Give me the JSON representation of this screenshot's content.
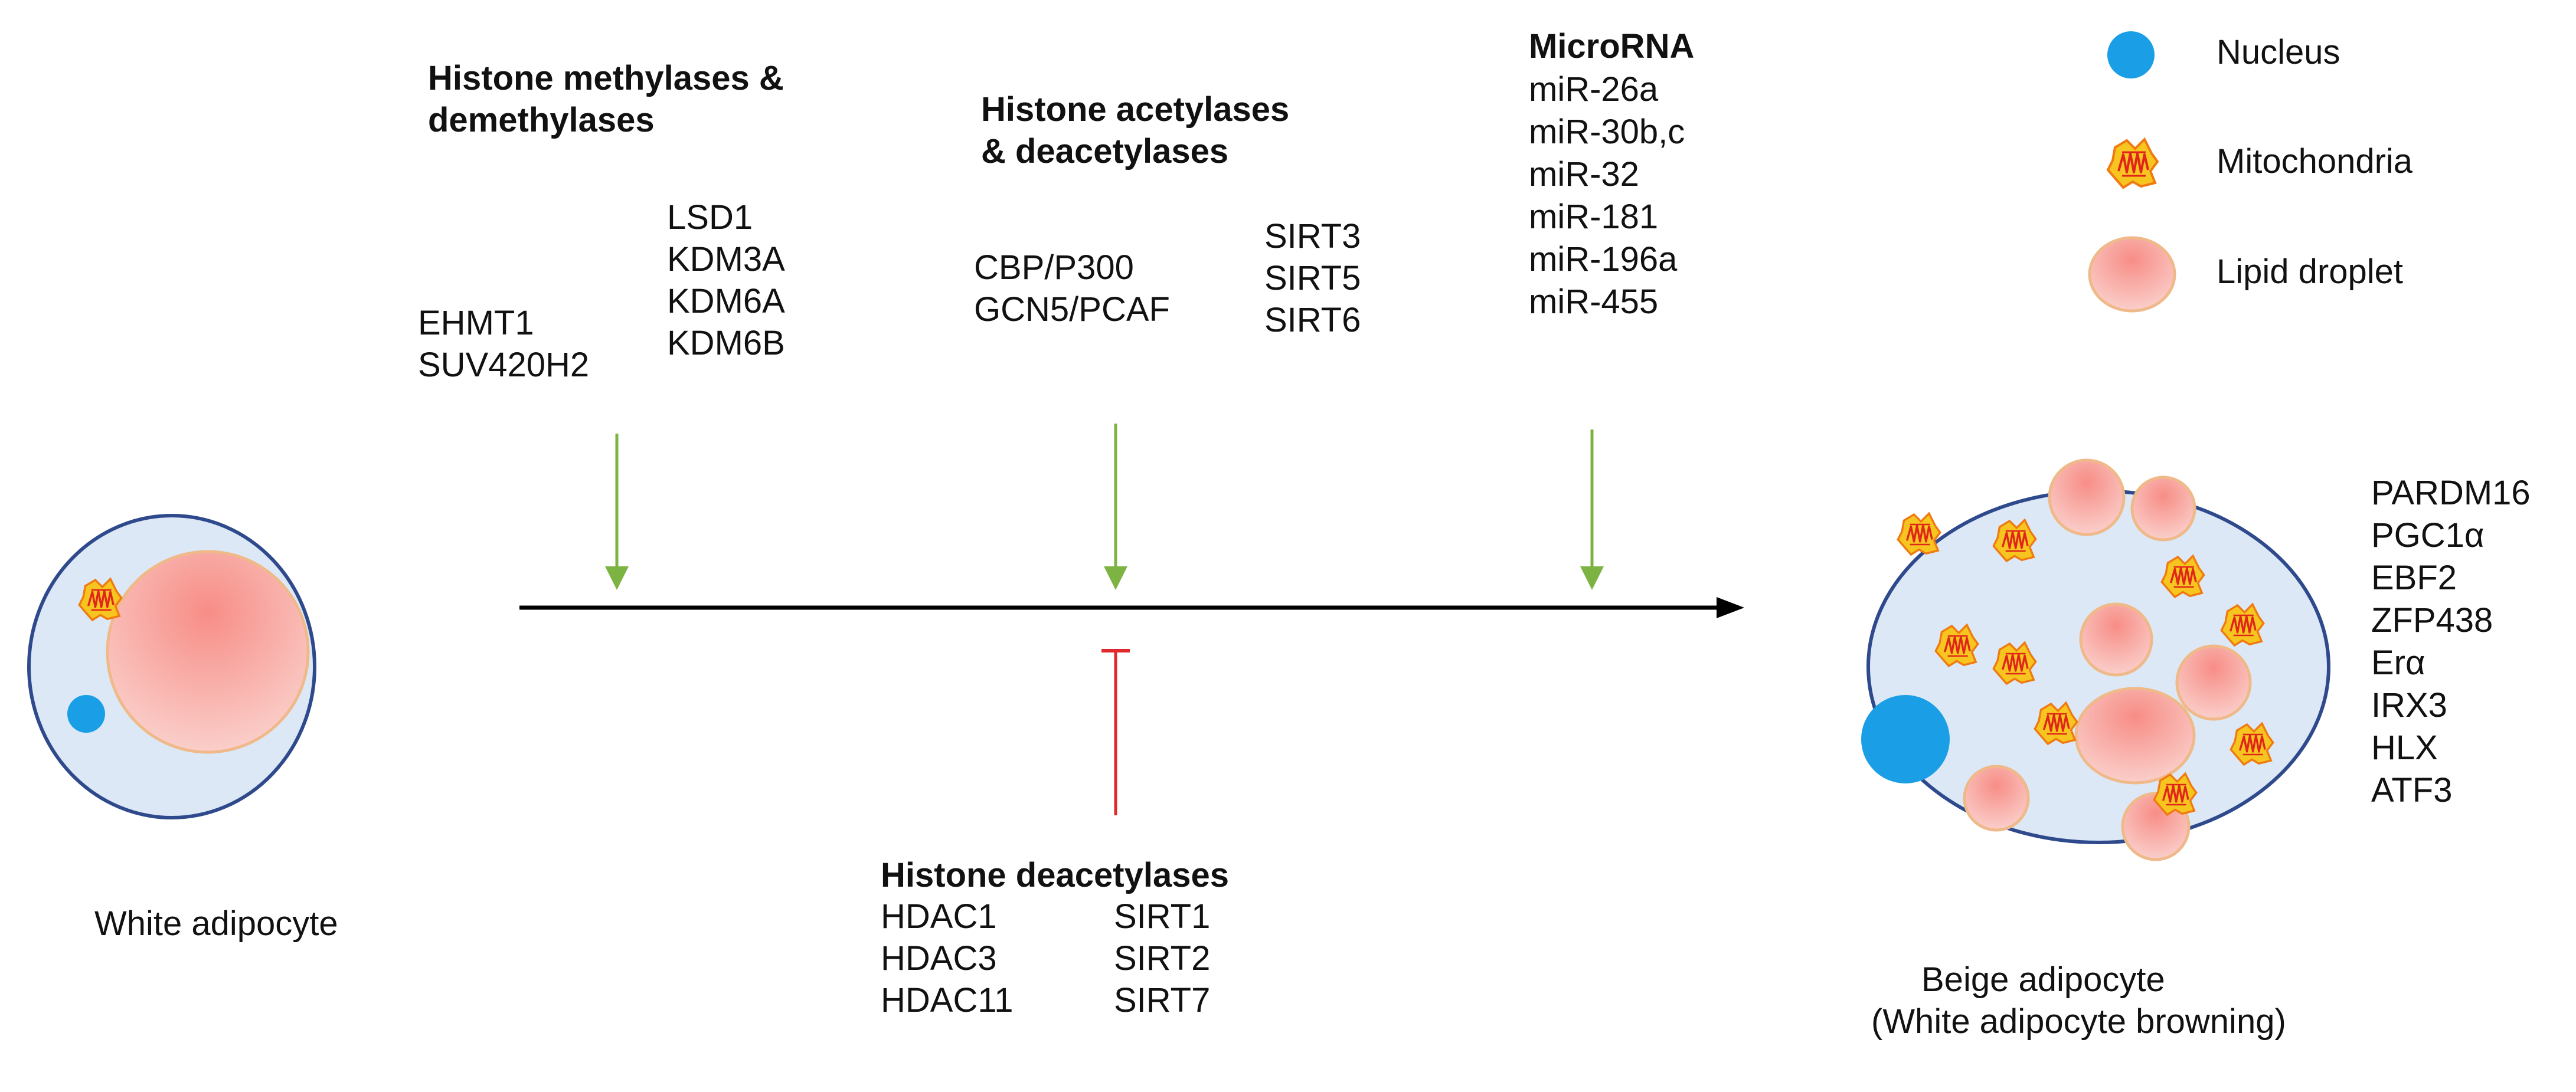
{
  "legend": {
    "items": [
      {
        "icon": "nucleus-icon",
        "label": "Nucleus"
      },
      {
        "icon": "mitochondria-icon",
        "label": "Mitochondria"
      },
      {
        "icon": "lipid-droplet-icon",
        "label": "Lipid droplet"
      }
    ]
  },
  "groups": {
    "methylases": {
      "title_line1": "Histone methylases &",
      "title_line2": "demethylases",
      "left": [
        "EHMT1",
        "SUV420H2"
      ],
      "right": [
        "LSD1",
        "KDM3A",
        "KDM6A",
        "KDM6B"
      ]
    },
    "acetylases": {
      "title_line1": "Histone acetylases",
      "title_line2": "& deacetylases",
      "left": [
        "CBP/P300",
        "GCN5/PCAF"
      ],
      "right": [
        "SIRT3",
        "SIRT5",
        "SIRT6"
      ]
    },
    "microrna": {
      "title": "MicroRNA",
      "items": [
        "miR-26a",
        "miR-30b,c",
        "miR-32",
        "miR-181",
        "miR-196a",
        "miR-455"
      ]
    },
    "deacetylases": {
      "title": "Histone deacetylases",
      "left": [
        "HDAC1",
        "HDAC3",
        "HDAC11"
      ],
      "right": [
        "SIRT1",
        "SIRT2",
        "SIRT7"
      ]
    }
  },
  "cells": {
    "white": {
      "label": "White adipocyte"
    },
    "beige": {
      "label_line1": "Beige adipocyte",
      "label_line2": "(White adipocyte browning)"
    }
  },
  "markers": [
    "PARDM16",
    "PGC1α",
    "EBF2",
    "ZFP438",
    "Erα",
    "IRX3",
    "HLX",
    "ATF3"
  ],
  "colors": {
    "cytoplasm": "#dce8f5",
    "membrane": "#2f4a8c",
    "nucleus": "#1a9ee6",
    "lipid_fill": "#f7a8a4",
    "lipid_stroke": "#f0b98a",
    "mito_fill": "#f7c51f",
    "mito_stroke": "#f07a10",
    "mito_cristae": "#e0251b",
    "promote_arrow": "#7cb342",
    "inhibit": "#e0292b",
    "axis": "#000000"
  }
}
